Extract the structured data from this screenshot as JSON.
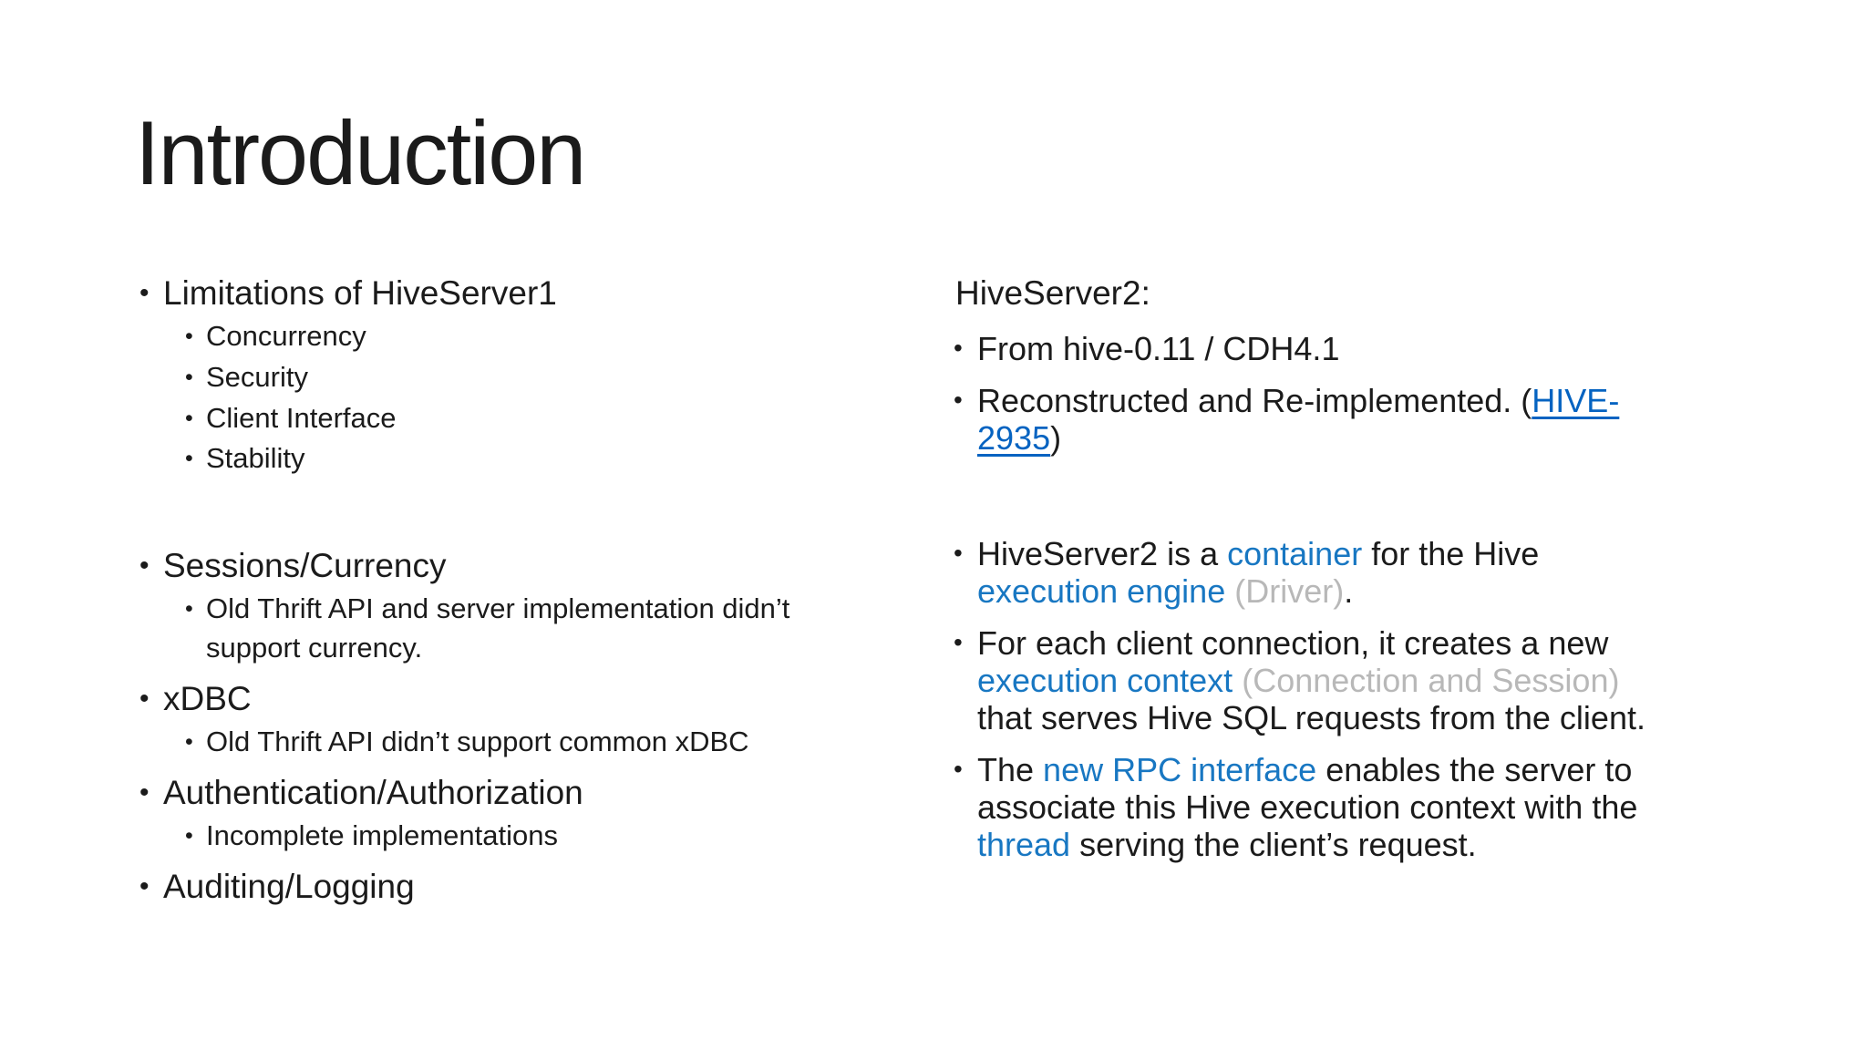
{
  "slide": {
    "title": "Introduction",
    "bullet_glyph": "•",
    "colors": {
      "background": "#ffffff",
      "text": "#1b1b1b",
      "accent": "#1877c2",
      "link": "#0563c1",
      "muted": "#b8b8b8"
    },
    "left_column": {
      "items": [
        {
          "level": 1,
          "runs": [
            {
              "text": "Limitations of HiveServer1"
            }
          ]
        },
        {
          "level": 2,
          "runs": [
            {
              "text": "Concurrency"
            }
          ]
        },
        {
          "level": 2,
          "runs": [
            {
              "text": "Security"
            }
          ]
        },
        {
          "level": 2,
          "runs": [
            {
              "text": "Client Interface"
            }
          ]
        },
        {
          "level": 2,
          "runs": [
            {
              "text": "Stability"
            }
          ]
        },
        {
          "level": 1,
          "gap_before": true,
          "runs": [
            {
              "text": "Sessions/Currency"
            }
          ]
        },
        {
          "level": 2,
          "runs": [
            {
              "text": "Old Thrift API and server implementation didn’t support currency."
            }
          ]
        },
        {
          "level": 1,
          "runs": [
            {
              "text": "xDBC"
            }
          ]
        },
        {
          "level": 2,
          "runs": [
            {
              "text": "Old Thrift API didn’t support common xDBC"
            }
          ]
        },
        {
          "level": 1,
          "runs": [
            {
              "text": "Authentication/Authorization"
            }
          ]
        },
        {
          "level": 2,
          "runs": [
            {
              "text": "Incomplete implementations"
            }
          ]
        },
        {
          "level": 1,
          "runs": [
            {
              "text": "Auditing/Logging"
            }
          ]
        }
      ]
    },
    "right_column": {
      "heading": "HiveServer2:",
      "items": [
        {
          "level": 1,
          "runs": [
            {
              "text": "From hive-0.11 / CDH4.1"
            }
          ]
        },
        {
          "level": 1,
          "runs": [
            {
              "text": "Reconstructed and Re-implemented. ("
            },
            {
              "text": "HIVE-2935",
              "style": "link"
            },
            {
              "text": ")"
            }
          ]
        },
        {
          "level": 1,
          "gap_before": true,
          "runs": [
            {
              "text": "HiveServer2 is a "
            },
            {
              "text": "container",
              "style": "accent"
            },
            {
              "text": " for the Hive "
            },
            {
              "text": "execution engine",
              "style": "accent"
            },
            {
              "text": " "
            },
            {
              "text": "(Driver)",
              "style": "muted"
            },
            {
              "text": "."
            }
          ]
        },
        {
          "level": 1,
          "runs": [
            {
              "text": "For each client connection, it creates a new "
            },
            {
              "text": "execution context",
              "style": "accent"
            },
            {
              "text": " "
            },
            {
              "text": "(Connection and Session)",
              "style": "muted"
            },
            {
              "text": " that serves Hive SQL requests from the client."
            }
          ]
        },
        {
          "level": 1,
          "runs": [
            {
              "text": "The "
            },
            {
              "text": "new RPC interface",
              "style": "accent"
            },
            {
              "text": " enables the server to associate this Hive execution context with the "
            },
            {
              "text": "thread",
              "style": "accent"
            },
            {
              "text": " serving the client’s request."
            }
          ]
        }
      ]
    }
  }
}
